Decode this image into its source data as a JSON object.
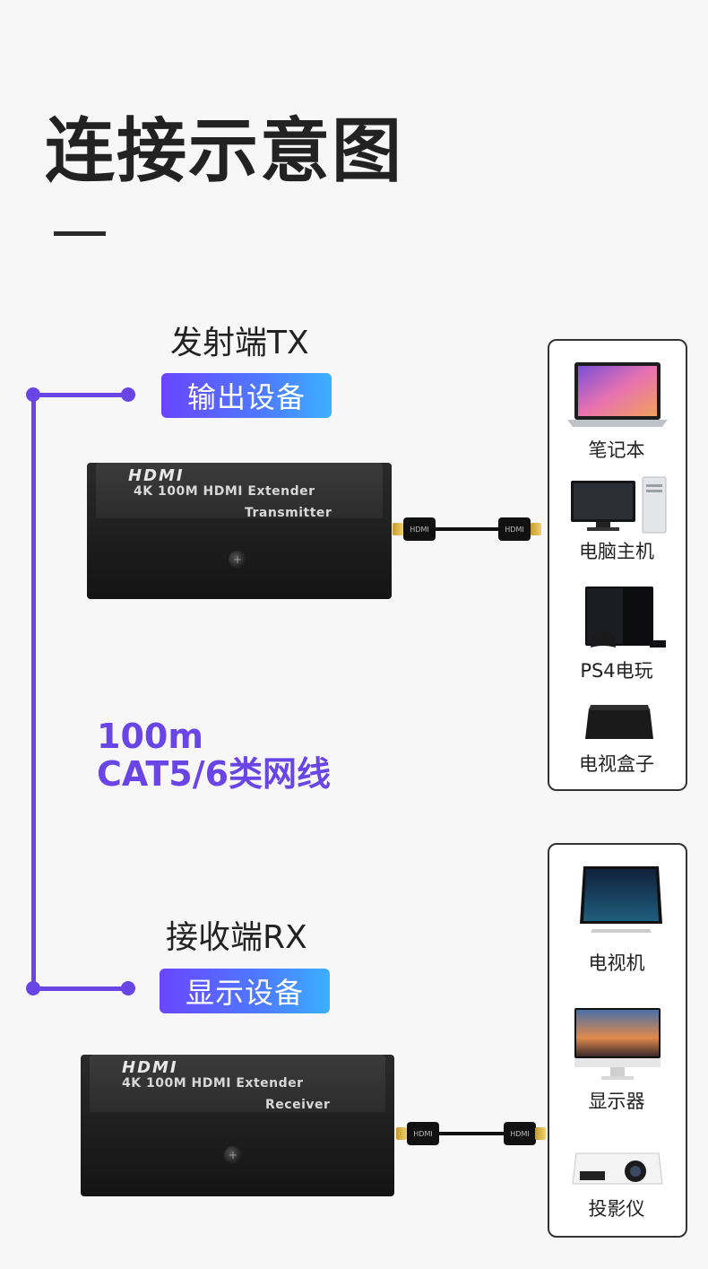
{
  "title": "连接示意图",
  "transmitter": {
    "end_label": "发射端TX",
    "pill_label": "输出设备",
    "device": {
      "logo": "HDMI",
      "line1": "4K 100M HDMI Extender",
      "line2": "Transmitter"
    }
  },
  "receiver": {
    "end_label": "接收端RX",
    "pill_label": "显示设备",
    "device": {
      "logo": "HDMI",
      "line1": "4K 100M HDMI Extender",
      "line2": "Receiver"
    }
  },
  "cable": {
    "distance": "100m",
    "type": "CAT5/6类网线"
  },
  "source_devices": [
    {
      "icon": "laptop-icon",
      "label": "笔记本"
    },
    {
      "icon": "desktop-pc-icon",
      "label": "电脑主机"
    },
    {
      "icon": "game-console-icon",
      "label": "PS4电玩"
    },
    {
      "icon": "tv-box-icon",
      "label": "电视盒子"
    }
  ],
  "display_devices": [
    {
      "icon": "tv-icon",
      "label": "电视机"
    },
    {
      "icon": "monitor-icon",
      "label": "显示器"
    },
    {
      "icon": "projector-icon",
      "label": "投影仪"
    }
  ],
  "colors": {
    "accent": "#6a45e6",
    "pill_gradient_start": "#6a45ff",
    "pill_gradient_end": "#3bb0ff"
  }
}
